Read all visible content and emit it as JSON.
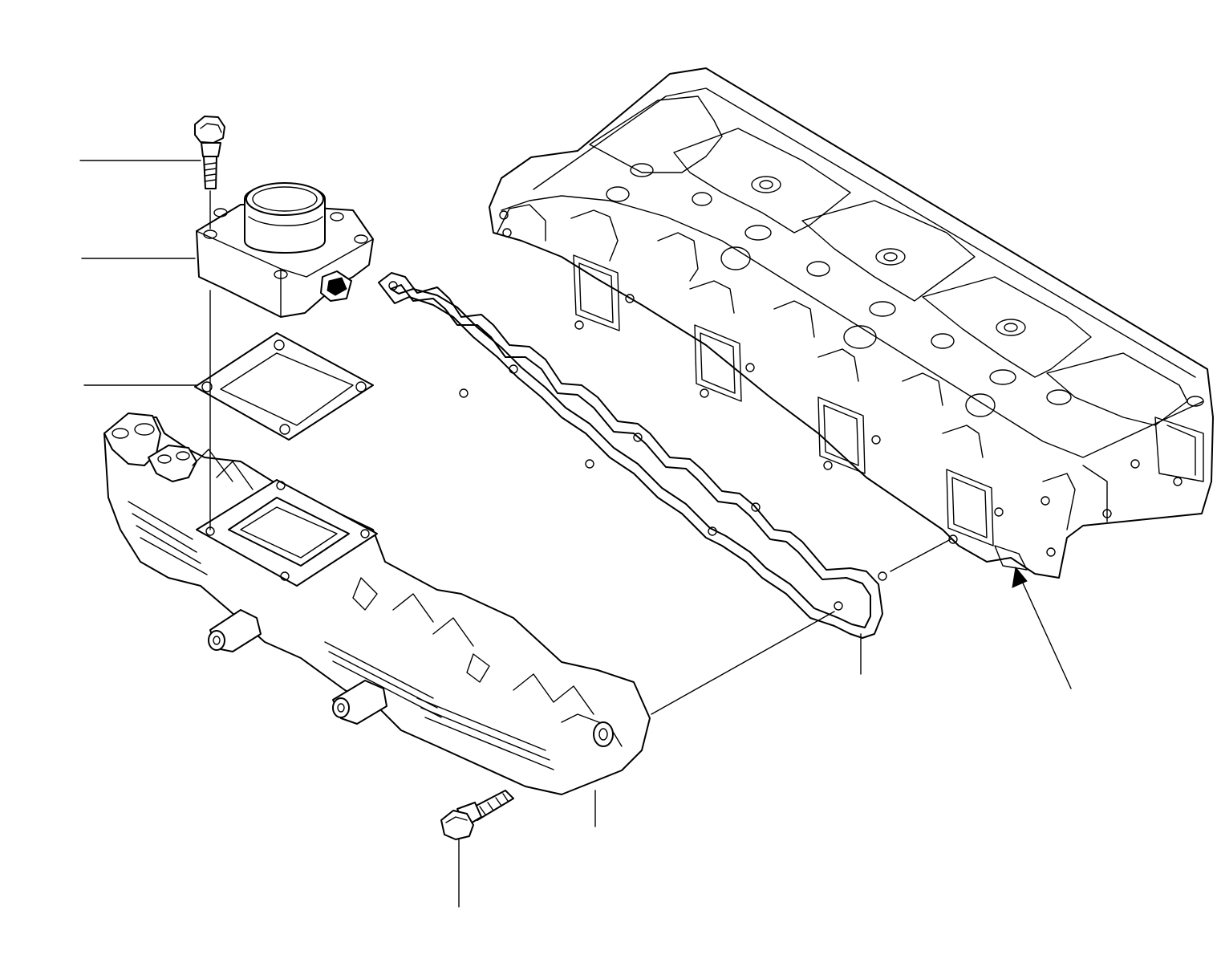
{
  "diagram": {
    "parts": [
      {
        "id": "bolt-upper"
      },
      {
        "id": "outlet-connector"
      },
      {
        "id": "square-gasket"
      },
      {
        "id": "intake-manifold"
      },
      {
        "id": "manifold-gasket"
      },
      {
        "id": "cylinder-head"
      },
      {
        "id": "bolt-lower"
      }
    ],
    "leader_count": 7,
    "arrow_indicator": "head-reference-arrow"
  }
}
